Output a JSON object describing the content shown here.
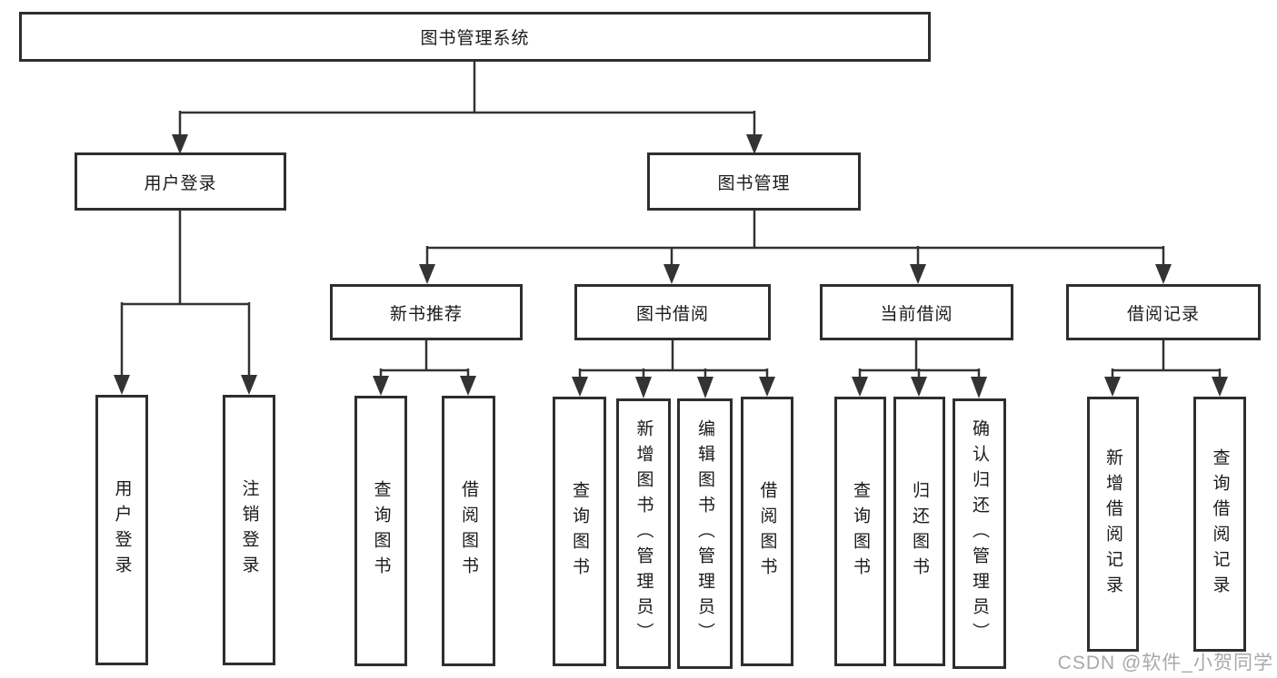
{
  "tree": {
    "label": "图书管理系统",
    "children": [
      {
        "label": "用户登录",
        "children": [
          {
            "label": "用户登录"
          },
          {
            "label": "注销登录"
          }
        ]
      },
      {
        "label": "图书管理",
        "children": [
          {
            "label": "新书推荐",
            "children": [
              {
                "label": "查询图书"
              },
              {
                "label": "借阅图书"
              }
            ]
          },
          {
            "label": "图书借阅",
            "children": [
              {
                "label": "查询图书"
              },
              {
                "label": "新增图书（管理员）"
              },
              {
                "label": "编辑图书（管理员）"
              },
              {
                "label": "借阅图书"
              }
            ]
          },
          {
            "label": "当前借阅",
            "children": [
              {
                "label": "查询图书"
              },
              {
                "label": "归还图书"
              },
              {
                "label": "确认归还（管理员）"
              }
            ]
          },
          {
            "label": "借阅记录",
            "children": [
              {
                "label": "新增借阅记录"
              },
              {
                "label": "查询借阅记录"
              }
            ]
          }
        ]
      }
    ]
  },
  "watermark": {
    "text": "CSDN @软件_小贺同学"
  },
  "colors": {
    "line": "#333333",
    "box_border": "#2e2e2e",
    "text": "#1a1a1a",
    "background": "#ffffff",
    "watermark": "#a9a9a9"
  }
}
